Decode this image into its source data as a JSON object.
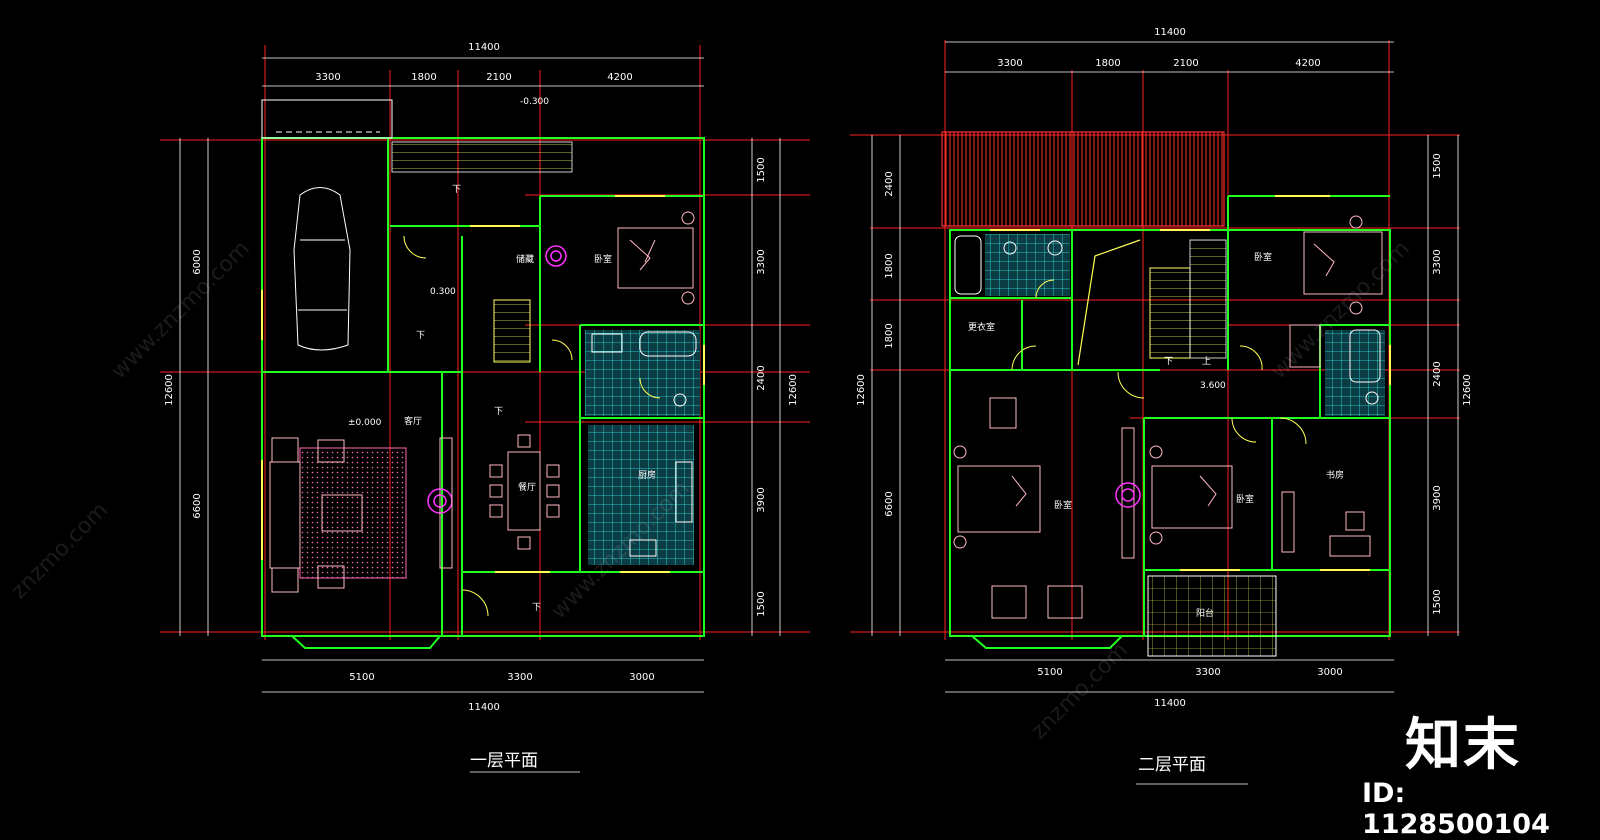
{
  "plans": [
    {
      "title": "一层平面",
      "dims_top_total": "11400",
      "dims_top": [
        "3300",
        "1800",
        "2100",
        "4200"
      ],
      "dims_bottom": [
        "5100",
        "3300",
        "3000"
      ],
      "dims_bottom_total": "11400",
      "dims_left_total": "12600",
      "dims_left": [
        "6000",
        "6600"
      ],
      "dims_right": [
        "1500",
        "3300",
        "2400",
        "3900",
        "1500"
      ],
      "dims_right_total": "12600",
      "levels": [
        "-0.300",
        "0.300",
        "±0.000"
      ],
      "rooms": {
        "bedroom": "卧室",
        "storage": "储藏",
        "living": "客厅",
        "dining": "餐厅",
        "kitchen": "厨房",
        "down1": "下",
        "down2": "下",
        "down3": "下",
        "down4": "下"
      }
    },
    {
      "title": "二层平面",
      "dims_top_total": "11400",
      "dims_top": [
        "3300",
        "1800",
        "2100",
        "4200"
      ],
      "dims_bottom": [
        "5100",
        "3300",
        "3000"
      ],
      "dims_bottom_total": "11400",
      "dims_left_total": "12600",
      "dims_left": [
        "2400",
        "1800",
        "1800",
        "6600"
      ],
      "dims_right": [
        "1500",
        "3300",
        "2400",
        "3900",
        "1500"
      ],
      "dims_right_total": "12600",
      "levels": [
        "3.600"
      ],
      "rooms": {
        "bedroom_ne": "卧室",
        "dressing": "更衣室",
        "master": "卧室",
        "bedroom_mid": "卧室",
        "study": "书房",
        "balcony": "阳台",
        "down": "下",
        "up": "上"
      }
    }
  ],
  "watermark": {
    "brand": "知末",
    "id_label": "ID: 1128500104",
    "url_text": "www.znzmo.com",
    "url_short": "znzmo.com"
  },
  "colors": {
    "wall": "#00ff00",
    "axis": "#ff0000",
    "dimension": "#ffffff",
    "furniture": "#ffb6c1",
    "tile": "#00ffff",
    "window": "#ffff00",
    "plant": "#ff00ff"
  }
}
